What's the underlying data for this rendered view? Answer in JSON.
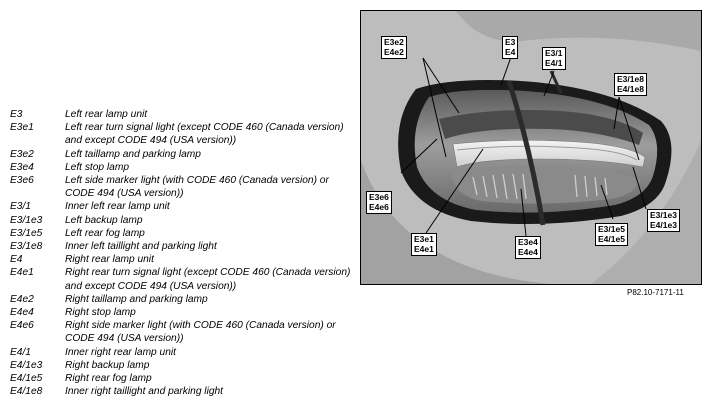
{
  "legend": [
    {
      "code": "E3",
      "desc": "Left rear lamp unit"
    },
    {
      "code": "E3e1",
      "desc": "Left rear turn signal light (except CODE 460 (Canada version) and except CODE 494 (USA version))"
    },
    {
      "code": "E3e2",
      "desc": "Left taillamp and parking lamp"
    },
    {
      "code": "E3e4",
      "desc": "Left stop lamp"
    },
    {
      "code": "E3e6",
      "desc": "Left side marker light (with CODE 460 (Canada version) or CODE 494 (USA version))"
    },
    {
      "code": "E3/1",
      "desc": "Inner left rear lamp unit"
    },
    {
      "code": "E3/1e3",
      "desc": "Left backup lamp"
    },
    {
      "code": "E3/1e5",
      "desc": "Left rear fog lamp"
    },
    {
      "code": "E3/1e8",
      "desc": "Inner left taillight and parking light"
    },
    {
      "code": "E4",
      "desc": "Right rear lamp unit"
    },
    {
      "code": "E4e1",
      "desc": "Right rear turn signal light (except CODE 460 (Canada version) and except CODE 494 (USA version))"
    },
    {
      "code": "E4e2",
      "desc": "Right taillamp and parking lamp"
    },
    {
      "code": "E4e4",
      "desc": "Right stop lamp"
    },
    {
      "code": "E4e6",
      "desc": "Right side marker light (with CODE 460 (Canada version) or CODE 494 (USA version))"
    },
    {
      "code": "E4/1",
      "desc": "Inner right rear lamp unit"
    },
    {
      "code": "E4/1e3",
      "desc": "Right backup lamp"
    },
    {
      "code": "E4/1e5",
      "desc": "Right rear fog lamp"
    },
    {
      "code": "E4/1e8",
      "desc": "Inner right taillight and parking light"
    }
  ],
  "callouts": {
    "e3e2": "E3e2\nE4e2",
    "e3": "E3\nE4",
    "e31": "E3/1\nE4/1",
    "e31e8": "E3/1e8\nE4/1e8",
    "e3e6": "E3e6\nE4e6",
    "e3e1": "E3e1\nE4e1",
    "e3e4": "E3e4\nE4e4",
    "e31e5": "E3/1e5\nE4/1e5",
    "e31e3": "E3/1e3\nE4/1e3"
  },
  "figure_ref": "P82.10-7171-11"
}
